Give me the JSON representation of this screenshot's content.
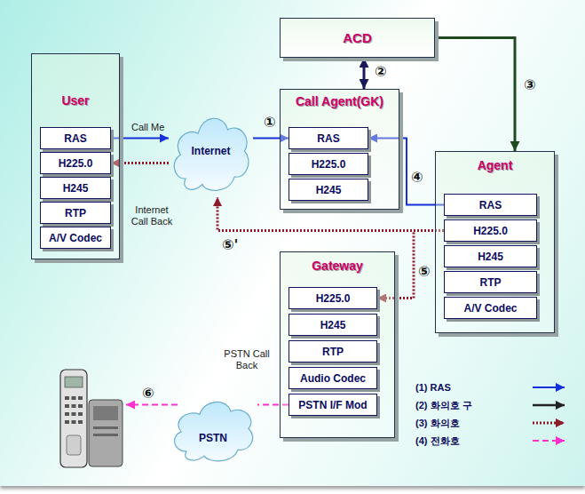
{
  "diagram": {
    "nodes": [
      {
        "text": [
          "ACD"
        ]
      },
      {
        "text": [
          "User"
        ]
      },
      {
        "text": [
          "RAS"
        ],
        "in": 1
      },
      {
        "text": [
          "H225.0"
        ],
        "in": 1
      },
      {
        "text": [
          "H245"
        ],
        "in": 1
      },
      {
        "text": [
          "RTP"
        ],
        "in": 1
      },
      {
        "text": [
          "A/V Codec"
        ],
        "in": 1
      },
      {
        "text": [
          "Internet"
        ]
      },
      {
        "text": [
          "Call Agent(GK)"
        ]
      },
      {
        "text": [
          "RAS"
        ],
        "in": 8
      },
      {
        "text": [
          "H225.0"
        ],
        "in": 8
      },
      {
        "text": [
          "H245"
        ],
        "in": 8
      },
      {
        "text": [
          "Agent"
        ]
      },
      {
        "text": [
          "RAS"
        ],
        "in": 12
      },
      {
        "text": [
          "H225.0"
        ],
        "in": 12
      },
      {
        "text": [
          "H245"
        ],
        "in": 12
      },
      {
        "text": [
          "RTP"
        ],
        "in": 12
      },
      {
        "text": [
          "A/V Codec"
        ],
        "in": 12
      },
      {
        "text": [
          "Gateway"
        ]
      },
      {
        "text": [
          "H225.0"
        ],
        "in": 18
      },
      {
        "text": [
          "H245"
        ],
        "in": 18
      },
      {
        "text": [
          "RTP"
        ],
        "in": 18
      },
      {
        "text": [
          "Audio Codec"
        ],
        "in": 18
      },
      {
        "text": [
          "PSTN I/F Mod"
        ],
        "in": 18
      },
      {
        "text": [
          "PSTN"
        ]
      }
    ],
    "edges": [
      {
        "from": 2,
        "to": 7,
        "arrow": "to"
      },
      {
        "from": 7,
        "to": 9,
        "arrow": "to"
      },
      {
        "from": 0,
        "to": 8,
        "arrow": "both"
      },
      {
        "from": 0,
        "to": 12,
        "arrow": "to"
      },
      {
        "from": 13,
        "to": 9,
        "arrow": "to"
      },
      {
        "from": 14,
        "to": 19,
        "arrow": "to"
      },
      {
        "from": 14,
        "to": 7,
        "arrow": "to"
      },
      {
        "from": 7,
        "to": 3,
        "arrow": "to"
      },
      {
        "from": 23,
        "to": 24,
        "arrow": "none"
      }
    ],
    "labels": [
      "Call Me",
      "①",
      "②",
      "③",
      "④",
      "Internet Call Back",
      "⑤'",
      "⑤",
      "PSTN Call Back",
      "⑥"
    ],
    "legend": [
      {
        "text": "(1) RAS"
      },
      {
        "text": "(2) 화의호 구"
      },
      {
        "text": "(3) 화의호"
      },
      {
        "text": "(4) 전화호"
      }
    ]
  }
}
